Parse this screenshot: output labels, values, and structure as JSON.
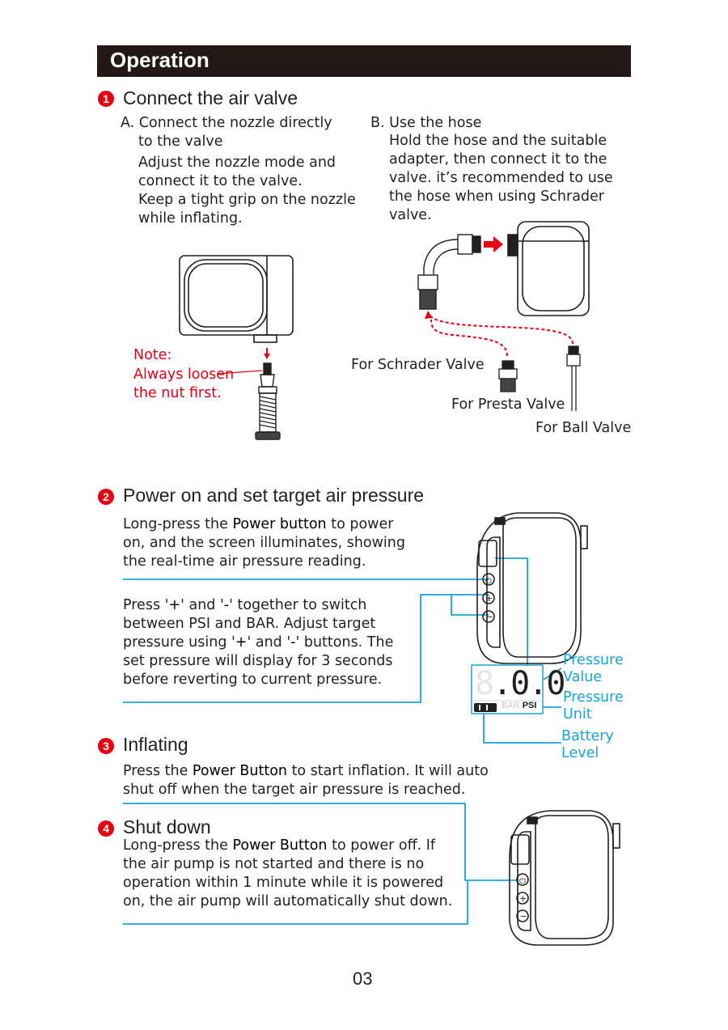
{
  "header": {
    "title": "Operation"
  },
  "step1": {
    "number": "1",
    "title": "Connect the air valve",
    "a_head_line1": "A. Connect the nozzle directly",
    "a_head_line2": "to the valve",
    "a_body": [
      "Adjust the nozzle mode and",
      "connect it to the valve.",
      "Keep a tight grip on the nozzle",
      "while inflating."
    ],
    "b_head": "B. Use the hose",
    "b_body": [
      "Hold the hose and the suitable",
      "adapter, then connect it to the",
      "valve. it’s recommended to use",
      "the hose when using Schrader",
      "valve."
    ],
    "note": [
      "Note:",
      "Always loosen",
      "the nut first."
    ],
    "label_schrader": "For Schrader Valve",
    "label_presta": "For Presta Valve",
    "label_ball": "For Ball Valve"
  },
  "step2": {
    "number": "2",
    "title": "Power on and set target air pressure",
    "p1_lines": [
      [
        "Long-press the ",
        "Power button",
        " to power"
      ],
      [
        "on, and the screen illuminates, showing"
      ],
      [
        "the real-time air pressure reading."
      ]
    ],
    "p2_lines": [
      [
        " Press '",
        "+",
        "' and '",
        "-",
        "' together to switch"
      ],
      [
        "between PSI and BAR.  Adjust target"
      ],
      [
        "pressure using '",
        "+",
        "' and '",
        "-",
        "' buttons. The"
      ],
      [
        "set pressure will display for 3 seconds"
      ],
      [
        "before reverting to current pressure."
      ]
    ],
    "display": {
      "digits": "8.0.0",
      "unit_bar": "BAR",
      "unit_psi": "PSI"
    },
    "label_pressure_value": [
      "Pressure",
      "Value"
    ],
    "label_pressure_unit": [
      "Pressure",
      "Unit"
    ],
    "label_battery_level": [
      "Battery",
      "Level"
    ]
  },
  "step3": {
    "number": "3",
    "title": "Inflating",
    "lines": [
      [
        "Press the ",
        "Power Button",
        " to start inflation. It will auto"
      ],
      [
        "shut off when the target air pressure is reached."
      ]
    ]
  },
  "step4": {
    "number": "4",
    "title": "Shut down",
    "lines": [
      [
        "Long-press the ",
        "Power Button",
        " to power off. If"
      ],
      [
        "the air pump is not started and there is no"
      ],
      [
        "operation within 1 minute while it is powered"
      ],
      [
        "on, the air pump will automatically shut down."
      ]
    ]
  },
  "footer": {
    "page_number": "03"
  },
  "colors": {
    "accent_red": "#e60012",
    "callout_blue": "#1aa3d9",
    "header_bg": "#231815"
  }
}
